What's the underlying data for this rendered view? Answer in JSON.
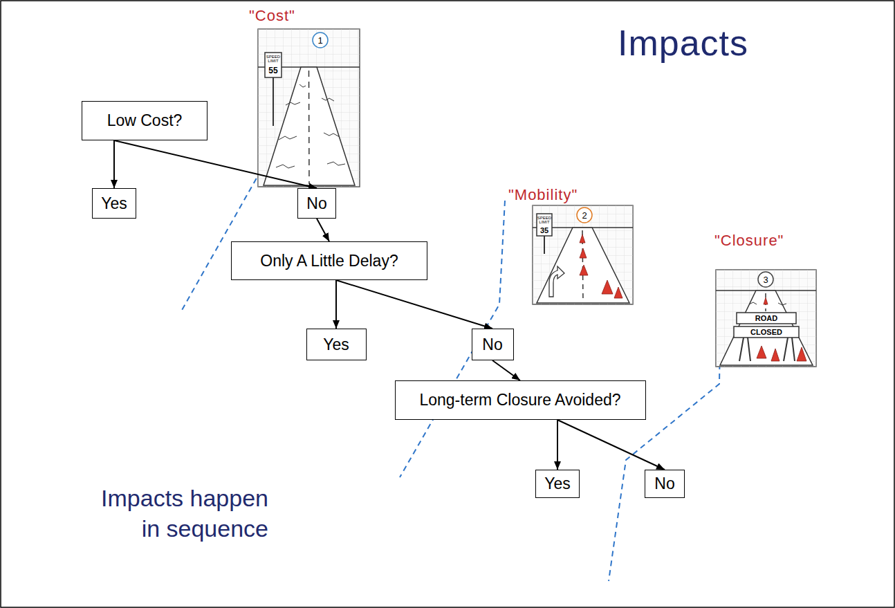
{
  "diagram": {
    "title": "Impacts",
    "caption": "Impacts happen in sequence",
    "nodes": [
      {
        "text": [
          "Low Cost?"
        ]
      },
      {
        "text": [
          "Yes"
        ]
      },
      {
        "text": [
          "No"
        ]
      },
      {
        "text": [
          "Only A Little Delay?"
        ]
      },
      {
        "text": [
          "Yes"
        ]
      },
      {
        "text": [
          "No"
        ]
      },
      {
        "text": [
          "Long-term Closure Avoided?"
        ]
      },
      {
        "text": [
          "Yes"
        ]
      },
      {
        "text": [
          "No"
        ]
      }
    ],
    "edges": [
      {
        "from": 0,
        "to": 1,
        "arrow": "to"
      },
      {
        "from": 0,
        "to": 2,
        "arrow": "to"
      },
      {
        "from": 2,
        "to": 3,
        "arrow": "to"
      },
      {
        "from": 3,
        "to": 4,
        "arrow": "to"
      },
      {
        "from": 3,
        "to": 5,
        "arrow": "to"
      },
      {
        "from": 5,
        "to": 6,
        "arrow": "to"
      },
      {
        "from": 6,
        "to": 7,
        "arrow": "to"
      },
      {
        "from": 6,
        "to": 8,
        "arrow": "to"
      }
    ],
    "labels": [
      "\"Cost\"",
      "1",
      "SPEED LIMIT",
      "55",
      "\"Mobility\"",
      "2",
      "SPEED LIMIT",
      "35",
      "\"Closure\"",
      "3",
      "ROAD",
      "CLOSED"
    ]
  }
}
